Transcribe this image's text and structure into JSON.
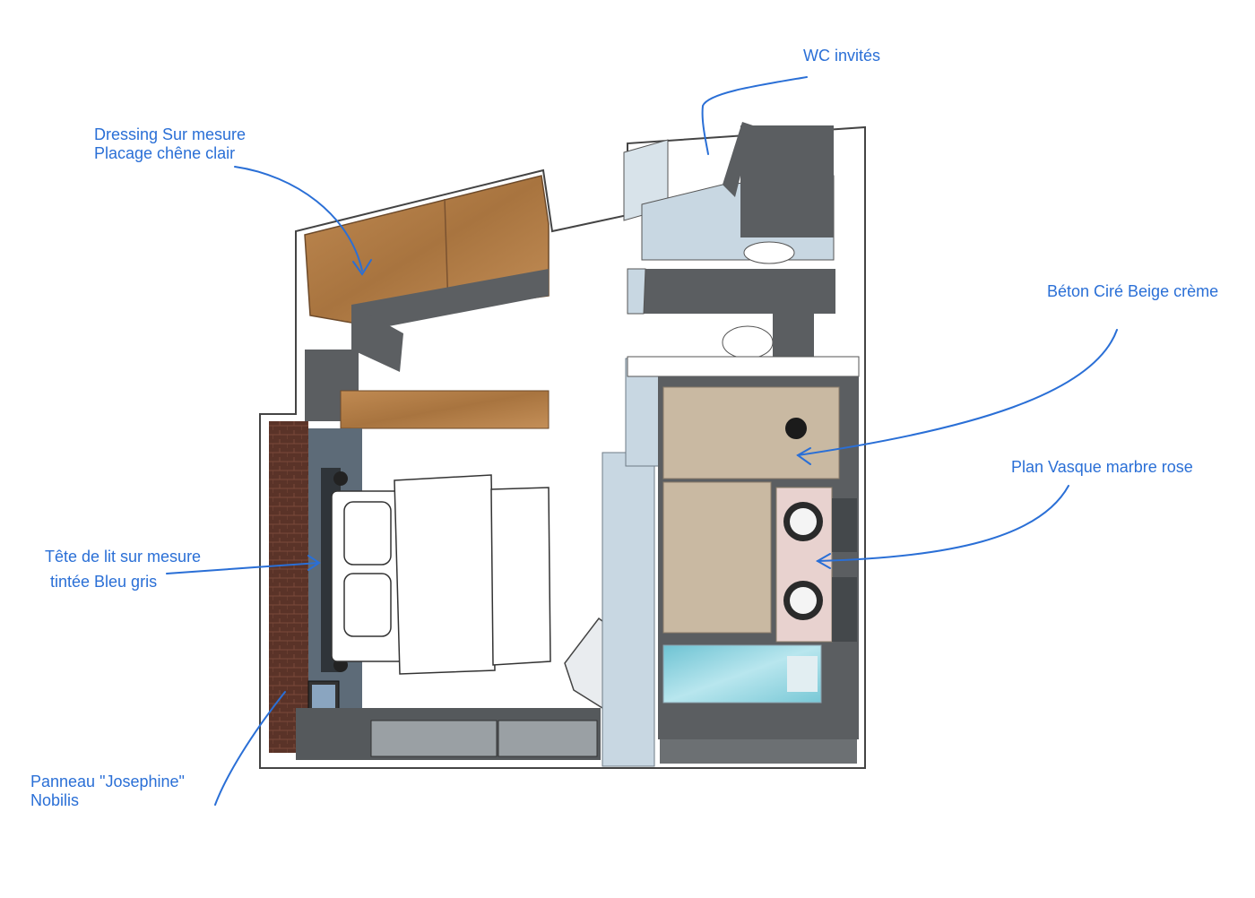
{
  "annotations": {
    "wc": {
      "line1": "WC invités"
    },
    "dressing": {
      "line1": "Dressing Sur mesure",
      "line2": "Placage chêne clair"
    },
    "beton": {
      "line1": "Béton Ciré Beige crème"
    },
    "vasque": {
      "line1": "Plan Vasque marbre rose"
    },
    "tete": {
      "line1": "Tête de lit sur mesure",
      "line2": "tintée Bleu gris"
    },
    "panneau": {
      "line1": "Panneau \"Josephine\"",
      "line2": "Nobilis"
    }
  },
  "colors": {
    "annotation": "#2a6fd6",
    "oak": "#b07a45",
    "wall_dark": "#555a5e",
    "concrete": "#c9b9a2",
    "marble": "#e8d2cf",
    "headboard": "#5d6b78",
    "brick": "#5a3328",
    "light_blue": "#c8d7e2",
    "water": "#8fd0dc"
  }
}
